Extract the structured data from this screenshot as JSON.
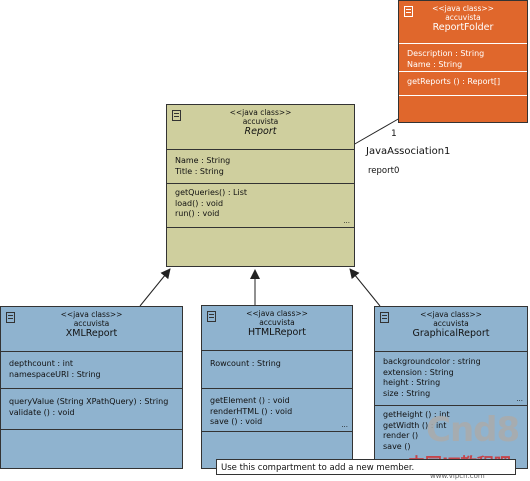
{
  "classes": {
    "report": {
      "stereotype": "<<java class>>",
      "package": "accuvista",
      "name": "Report",
      "attributes": [
        "Name : String",
        "Title : String"
      ],
      "operations": [
        "getQueries() : List",
        "load() : void",
        "run() : void"
      ]
    },
    "reportfolder": {
      "stereotype": "<<java class>>",
      "package": "accuvista",
      "name": "ReportFolder",
      "attributes": [
        "Description : String",
        "Name : String"
      ],
      "operations": [
        "getReports () : Report[]"
      ]
    },
    "xmlreport": {
      "stereotype": "<<java class>>",
      "package": "accuvista",
      "name": "XMLReport",
      "attributes": [
        "depthcount : int",
        "namespaceURI : String"
      ],
      "operations": [
        "queryValue (String XPathQuery) : String",
        "validate () : void"
      ]
    },
    "htmlreport": {
      "stereotype": "<<java class>>",
      "package": "accuvista",
      "name": "HTMLReport",
      "attributes": [
        "Rowcount : String"
      ],
      "operations": [
        "getElement () : void",
        "renderHTML () : void",
        "save () : void"
      ]
    },
    "graphicalreport": {
      "stereotype": "<<java class>>",
      "package": "accuvista",
      "name": "GraphicalReport",
      "attributes": [
        "backgroundcolor : string",
        "extension : String",
        "height : String",
        "size : String"
      ],
      "operations": [
        "getHeight () : int",
        "getWidth () : int",
        "render ()",
        "save ()"
      ]
    }
  },
  "ellipsis": "...",
  "association": {
    "name": "JavaAssociation1",
    "multiplicity": "1",
    "role": "report0"
  },
  "tooltip": "Use this compartment to add a new member.",
  "watermark": {
    "logo": "Cnd8",
    "cn": "中国IT教程吧",
    "url": "www.vipcn.com"
  },
  "colors": {
    "report": "#cfcf9e",
    "reportfolder": "#e0672c",
    "subclass": "#8fb3cf"
  }
}
